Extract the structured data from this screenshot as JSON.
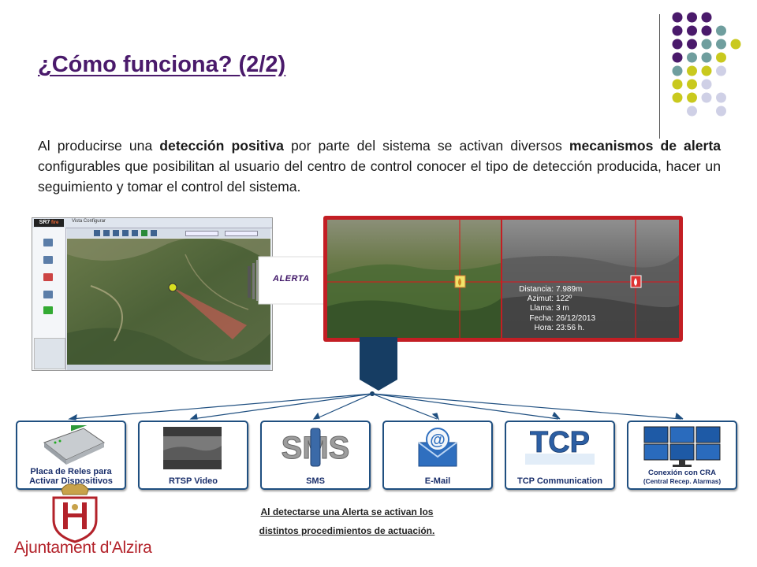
{
  "slide": {
    "title": "¿Cómo funciona? (2/2)",
    "paragraph": {
      "p1": "Al producirse una ",
      "b1": "detección positiva",
      "p2": " por parte del sistema se activan diversos ",
      "b2": "mecanismos de alerta",
      "p3": " configurables que posibilitan al usuario del centro de control conocer el tipo de detección producida, hacer un seguimiento y tomar el control del sistema."
    },
    "alert_label": "ALERTA",
    "software": {
      "logo": "SR7",
      "menu": "Vista   Configurar"
    },
    "detection": {
      "keys": [
        "Distancia:",
        "Azimut:",
        "Llama:",
        "Fecha:",
        "Hora:"
      ],
      "values": [
        "7.989m",
        "122º",
        "3 m",
        "26/12/2013",
        "23:56 h."
      ]
    },
    "cards": [
      {
        "label_line1": "Placa de Reles para",
        "label_line2": "Activar Dispositivos"
      },
      {
        "label_line1": "RTSP Video"
      },
      {
        "label_line1": "SMS",
        "icon_text": "SMS"
      },
      {
        "label_line1": "E-Mail"
      },
      {
        "label_line1": "TCP Communication",
        "icon_text": "TCP"
      },
      {
        "label_line1": "Conexión con CRA",
        "label_line2": "(Central Recep. Alarmas)"
      }
    ],
    "caption": {
      "line1": "Al detectarse una Alerta se activan los",
      "line2": "distintos procedimientos de actuación."
    },
    "organization": "Ajuntament d'Alzira"
  },
  "colors": {
    "title": "#4a1a6b",
    "dot_purple": "#4a1a6b",
    "dot_teal": "#6f9e9e",
    "dot_yellow": "#c9c91e",
    "dot_lavender": "#cfd0e6",
    "card_border": "#1f4f80",
    "arrow_fill": "#163d63",
    "camera_frame": "#c31e24",
    "brand_red": "#b3222a"
  }
}
